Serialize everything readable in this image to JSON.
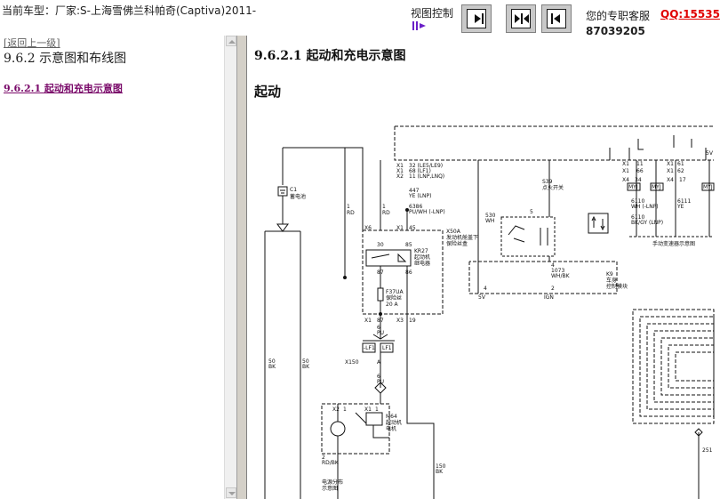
{
  "topbar": {
    "vehicle_info": "当前车型：厂家:S-上海雪佛兰科帕奇(Captiva)2011-",
    "view_control_label": "视图控制",
    "service_label": "您的专职客服",
    "qq_label": "QQ:15535",
    "qq_number_tail": "87039205",
    "view_buttons": [
      {
        "name": "expand-right",
        "icon": "triangle-right-icon"
      },
      {
        "name": "split-center",
        "icon": "double-triangle-icon"
      },
      {
        "name": "expand-left",
        "icon": "triangle-left-icon"
      }
    ]
  },
  "left": {
    "back_link": "[返回上一级]",
    "section_title": "9.6.2 示意图和布线图",
    "toc_link": "9.6.2.1 起动和充电示意图"
  },
  "content": {
    "heading": "9.6.2.1 起动和充电示意图",
    "subheading": "起动"
  },
  "diagram": {
    "labels": {
      "c1": "C1",
      "battery": "蓄电池",
      "w_1rd": "1",
      "w_1rd_b": "RD",
      "w_1rd2": "1",
      "w_1rd2_b": "RD",
      "x1_32": "X1",
      "x1_68": "X1",
      "x2_11": "X2",
      "p32": "32 (LE5/LE9)",
      "p68": "68 (LF1)",
      "p11": "11 (LNP,LNQ)",
      "w447": "447",
      "w447_b": "YE (LNP)",
      "w6386": "6386",
      "w6386_b": "PU/WH (-LNP)",
      "x6": "X6",
      "x1_45": "X1",
      "p45": "45",
      "x50a": "X50A",
      "x50a_desc1": "发动机舱盖下",
      "x50a_desc2": "保险丝盒",
      "kr27": "KR27",
      "kr27_desc1": "起动机",
      "kr27_desc2": "继电器",
      "p30": "30",
      "p85": "85",
      "p87": "87",
      "p86": "86",
      "f37ua": "F37UA",
      "f37ua_d1": "保险丝",
      "f37ua_d2": "20 A",
      "x1_b": "X1",
      "p87b": "87",
      "x3": "X3",
      "p19": "19",
      "w6": "6",
      "w6_b": "PU",
      "lf1n": "-LF1",
      "lf1": "LF1",
      "x150": "X150",
      "a": "A",
      "w6b": "6",
      "w6b_b": "PU",
      "m64": "M64",
      "m64_d1": "起动机",
      "m64_d2": "电机",
      "x2_m": "X2",
      "p1a": "1",
      "x1_m": "X1",
      "p1b": "1",
      "w50a": "50",
      "w50a_b": "BK",
      "w50b": "50",
      "w50b_b": "BK",
      "w2": "2",
      "w2_b": "RD/BK",
      "pd1": "电源分布",
      "pd2": "示意图",
      "w150": "150",
      "w150_b": "BK",
      "s39": "S39",
      "s39_d": "点火开关",
      "w530": "530",
      "w530_b": "WH",
      "w1073": "1073",
      "w1073_b": "WH/BK",
      "p5": "5",
      "p4": "4",
      "p4b": "4",
      "p2": "2",
      "k9": "K9",
      "k9_d1": "车身",
      "k9_d2": "控制模块",
      "v5": "5V",
      "ign": "IGN",
      "x1_a": "X1",
      "x1_b2": "X1",
      "x1_c": "X1",
      "p11b": "11",
      "p66": "66",
      "x1_d": "X1",
      "p61": "61",
      "p62": "62",
      "x4": "X4",
      "p34": "34",
      "x4b": "X4",
      "p17": "17",
      "myj": "MYJ",
      "myj2": "MYJ",
      "myj3": "MYJ",
      "w6110": "6110",
      "w6110_b": "WH (-LNP)",
      "w6111": "6111",
      "w6111_b": "YE",
      "w6110c": "6110",
      "w6110c_b": "BK/GY (LNP)",
      "manual_trans": "手动变速器示意图",
      "v5b": "5V",
      "w251": "251"
    }
  }
}
